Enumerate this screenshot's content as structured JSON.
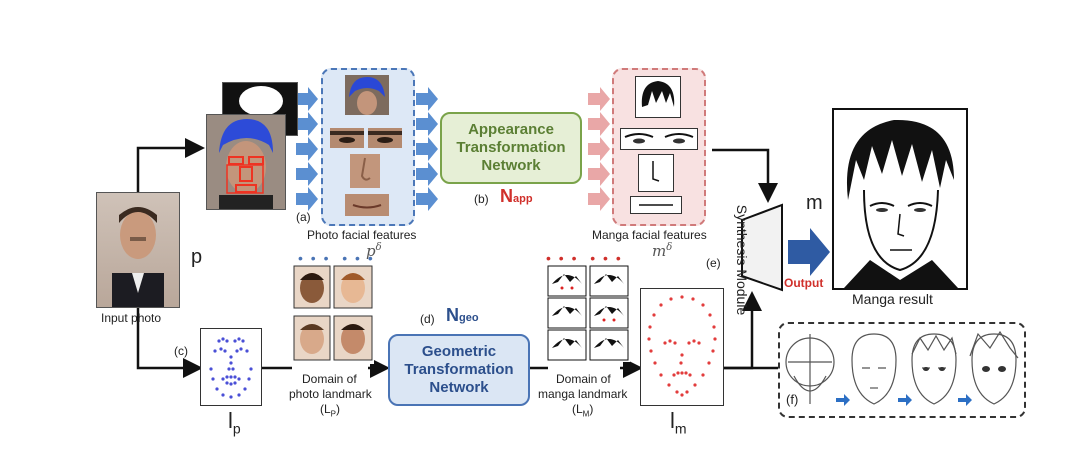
{
  "labels": {
    "input_photo": "Input photo",
    "p": "p",
    "photo_facial_features": "Photo facial features",
    "p_delta": "p",
    "p_delta_sup": "δ",
    "a": "(a)",
    "b": "(b)",
    "n_app_main": "N",
    "n_app_sub": "app",
    "appearance_net_line1": "Appearance",
    "appearance_net_line2": "Transformation",
    "appearance_net_line3": "Network",
    "manga_facial_features": "Manga facial features",
    "m_delta": "m",
    "m_delta_sup": "δ",
    "synthesis_module": "Synthesis Module",
    "e": "(e)",
    "m": "m",
    "output": "Output",
    "manga_result": "Manga result",
    "c": "(c)",
    "l_p_main": "l",
    "l_p_sub": "p",
    "domain_photo_line1": "Domain of",
    "domain_photo_line2": "photo landmark",
    "domain_photo_line3": "(L",
    "domain_photo_sub": "P",
    "domain_photo_close": ")",
    "d": "(d)",
    "n_geo_main": "N",
    "n_geo_sub": "geo",
    "geometric_net_line1": "Geometric",
    "geometric_net_line2": "Transformation",
    "geometric_net_line3": "Network",
    "domain_manga_line1": "Domain of",
    "domain_manga_line2": "manga landmark",
    "domain_manga_line3": "(L",
    "domain_manga_sub": "M",
    "domain_manga_close": ")",
    "l_m_main": "l",
    "l_m_sub": "m",
    "f": "(f)"
  },
  "colors": {
    "blue_arrow": "#5b8fd1",
    "pink_arrow": "#e9a7a7",
    "red_label": "#d0302b",
    "dark_blue_label": "#2c4f8c",
    "green_box": "#e6efd6",
    "green_border": "#7aa34a",
    "blue_box": "#dbe6f4",
    "blue_border": "#4a74b5"
  }
}
